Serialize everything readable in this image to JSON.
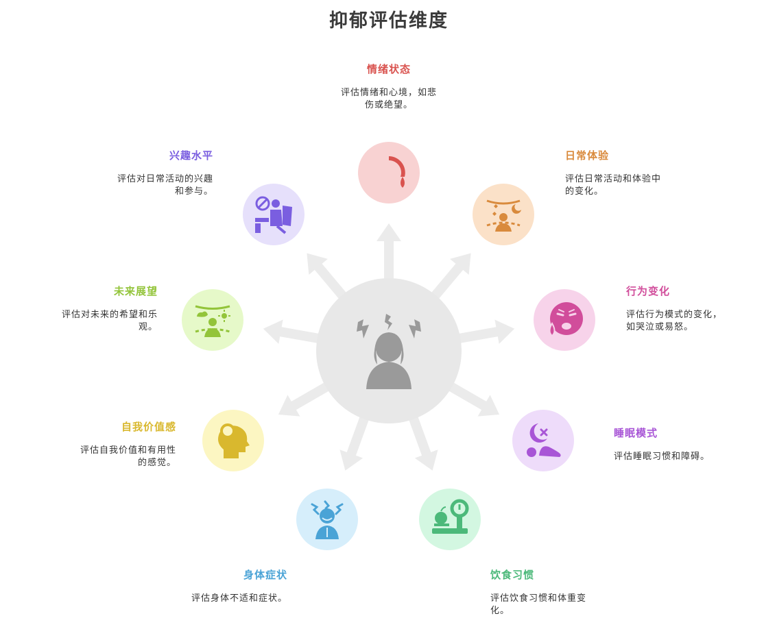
{
  "title": "抑郁评估维度",
  "center_icon": "stressed-person-icon",
  "colors": {
    "arrow": "#ebebeb",
    "center_circle": "#e8e8e8",
    "center_icon": "#9a9a9a"
  },
  "dimensions": [
    {
      "key": "mood",
      "label": "情绪状态",
      "desc_lines": [
        "评估情绪和心境，如悲",
        "伤或绝望。"
      ],
      "icon": "sad-face-icon",
      "color": "#d9534f",
      "bg": "#f8d2d2"
    },
    {
      "key": "daily",
      "label": "日常体验",
      "desc_lines": [
        "评估日常活动和体验中",
        "的变化。"
      ],
      "icon": "daily-life-icon",
      "color": "#d98a3c",
      "bg": "#fbe1c8"
    },
    {
      "key": "behavior",
      "label": "行为变化",
      "desc_lines": [
        "评估行为模式的变化，",
        "如哭泣或易怒。"
      ],
      "icon": "crying-face-icon",
      "color": "#d14d9b",
      "bg": "#f7d3ea"
    },
    {
      "key": "sleep",
      "label": "睡眠模式",
      "desc_lines": [
        "评估睡眠习惯和障碍。"
      ],
      "icon": "sleep-moon-icon",
      "color": "#a855d6",
      "bg": "#eedcfa"
    },
    {
      "key": "eating",
      "label": "饮食习惯",
      "desc_lines": [
        "评估饮食习惯和体重变",
        "化。"
      ],
      "icon": "scale-food-icon",
      "color": "#4cb97a",
      "bg": "#d3f7e1"
    },
    {
      "key": "physical",
      "label": "身体症状",
      "desc_lines": [
        "评估身体不适和症状。"
      ],
      "icon": "headache-person-icon",
      "color": "#4aa3d6",
      "bg": "#d6eefb"
    },
    {
      "key": "selfworth",
      "label": "自我价值感",
      "desc_lines": [
        "评估自我价值和有用性",
        "的感觉。"
      ],
      "icon": "head-search-icon",
      "color": "#d9b82e",
      "bg": "#fcf6c2"
    },
    {
      "key": "outlook",
      "label": "未来展望",
      "desc_lines": [
        "评估对未来的希望和乐",
        "观。"
      ],
      "icon": "future-outlook-icon",
      "color": "#93c43a",
      "bg": "#e6f9c9"
    },
    {
      "key": "interest",
      "label": "兴趣水平",
      "desc_lines": [
        "评估对日常活动的兴趣",
        "和参与。"
      ],
      "icon": "no-interest-icon",
      "color": "#7a5ee0",
      "bg": "#e6e0fb"
    }
  ]
}
